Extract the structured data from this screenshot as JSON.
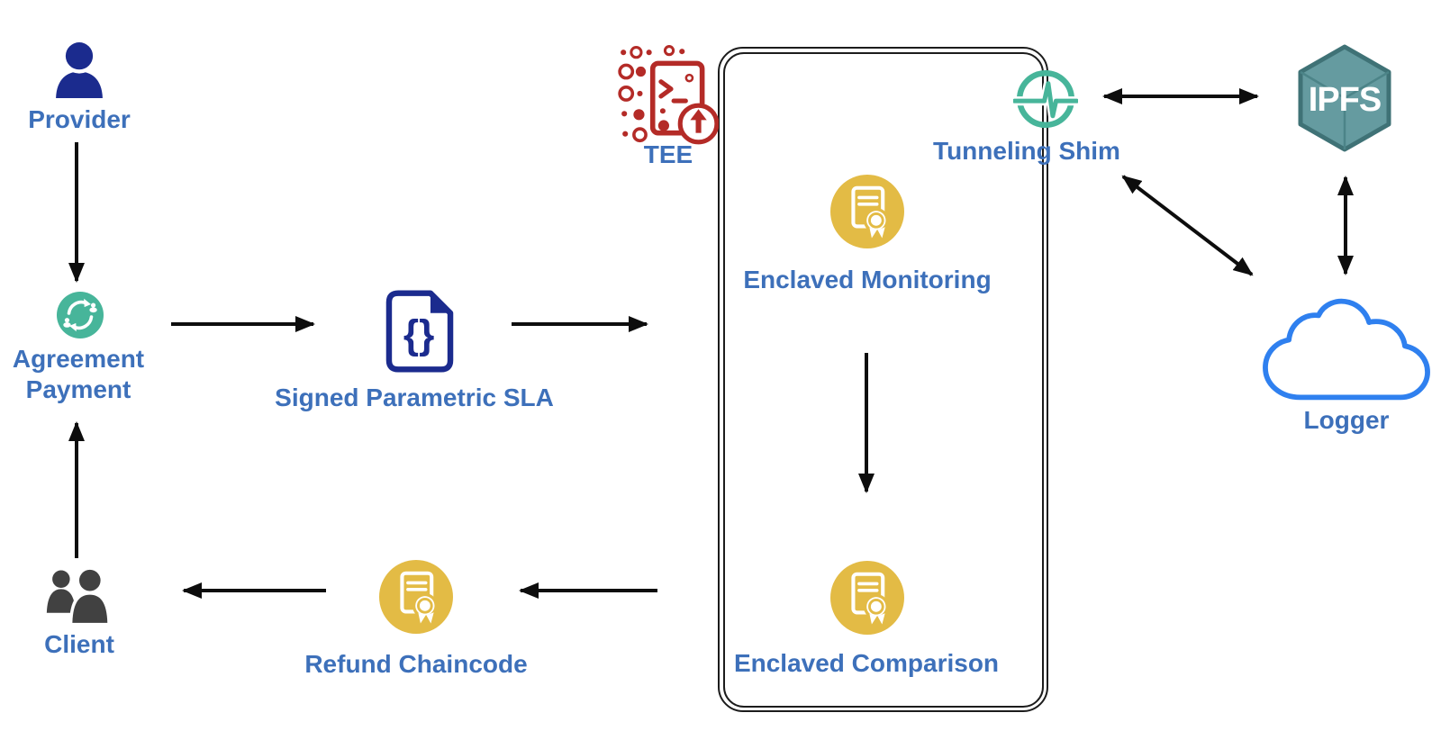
{
  "diagram": {
    "background": "#ffffff",
    "label_color": "#3d70ba",
    "arrow_color": "#0d0d0d",
    "enclave_border_color": "#1c1c1c",
    "nodes": {
      "provider": {
        "label": "Provider",
        "icon": "person-icon",
        "color": "#1b2b8e"
      },
      "agreement_payment": {
        "label": "Agreement Payment",
        "icon": "sync-exchange-icon",
        "color": "#47b59a"
      },
      "client": {
        "label": "Client",
        "icon": "people-icon",
        "color": "#414141"
      },
      "signed_parametric_sla": {
        "label": "Signed Parametric SLA",
        "icon": "json-document-icon",
        "color": "#1b2b8e",
        "glyph": "{}"
      },
      "tee": {
        "label": "TEE",
        "icon": "trusted-execution-icon",
        "color": "#b42b27"
      },
      "enclave": {
        "label": "",
        "role": "enclave-boundary"
      },
      "enclaved_monitoring": {
        "label": "Enclaved Monitoring",
        "icon": "certificate-icon",
        "color": "#e3bb45"
      },
      "enclaved_comparison": {
        "label": "Enclaved Comparison",
        "icon": "certificate-icon",
        "color": "#e3bb45"
      },
      "refund_chaincode": {
        "label": "Refund Chaincode",
        "icon": "certificate-icon",
        "color": "#e3bb45"
      },
      "tunneling_shim": {
        "label": "Tunneling Shim",
        "icon": "pulse-ring-icon",
        "color": "#47b59a"
      },
      "ipfs": {
        "label": "IPFS",
        "icon": "ipfs-hexagon-icon",
        "color": "#659ba0"
      },
      "logger": {
        "label": "Logger",
        "icon": "cloud-icon",
        "color": "#2f80ef"
      }
    },
    "edges": [
      {
        "from": "provider",
        "to": "agreement_payment",
        "direction": "one-way"
      },
      {
        "from": "client",
        "to": "agreement_payment",
        "direction": "one-way"
      },
      {
        "from": "agreement_payment",
        "to": "signed_parametric_sla",
        "direction": "one-way"
      },
      {
        "from": "signed_parametric_sla",
        "to": "enclave",
        "direction": "one-way"
      },
      {
        "from": "enclaved_monitoring",
        "to": "enclaved_comparison",
        "direction": "one-way"
      },
      {
        "from": "enclave",
        "to": "refund_chaincode",
        "direction": "one-way"
      },
      {
        "from": "refund_chaincode",
        "to": "client",
        "direction": "one-way"
      },
      {
        "from": "tunneling_shim",
        "to": "ipfs",
        "direction": "two-way"
      },
      {
        "from": "tunneling_shim",
        "to": "logger",
        "direction": "two-way"
      },
      {
        "from": "ipfs",
        "to": "logger",
        "direction": "two-way"
      }
    ]
  }
}
